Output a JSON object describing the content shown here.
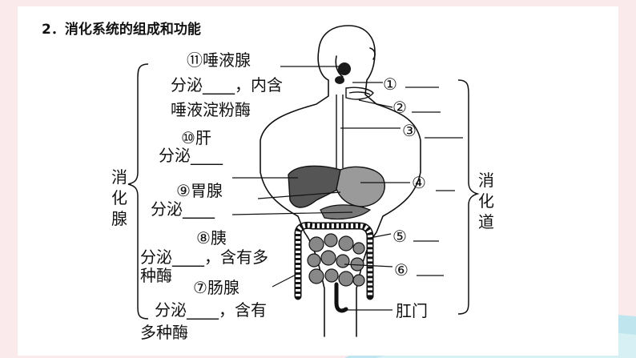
{
  "heading": "2．消化系统的组成和功能",
  "left_group": "消化腺",
  "right_group": "消化道",
  "glands": {
    "salivary_name": "⑪唾液腺",
    "salivary_secrete": "分泌____，内含",
    "salivary_enzyme": "唾液淀粉酶",
    "liver_name": "⑩肝",
    "liver_secrete": "分泌____",
    "gastric_name": "⑨胃腺",
    "gastric_secrete": "分泌____",
    "pancreas_name": "⑧胰",
    "pancreas_secrete": "分泌____，含有多",
    "pancreas_enzyme": "种酶",
    "intestinal_name": "⑦肠腺",
    "intestinal_secrete": "分泌____，含有",
    "intestinal_enzyme": "多种酶"
  },
  "tract": {
    "n1": "①",
    "n2": "②",
    "n3": "③",
    "n4": "④",
    "n5": "⑤",
    "n6": "⑥",
    "anus": "肛门"
  },
  "colors": {
    "background": "#fbeaec",
    "card": "#ffffff",
    "text": "#111111",
    "accent_wave": "#bfe6ee"
  }
}
